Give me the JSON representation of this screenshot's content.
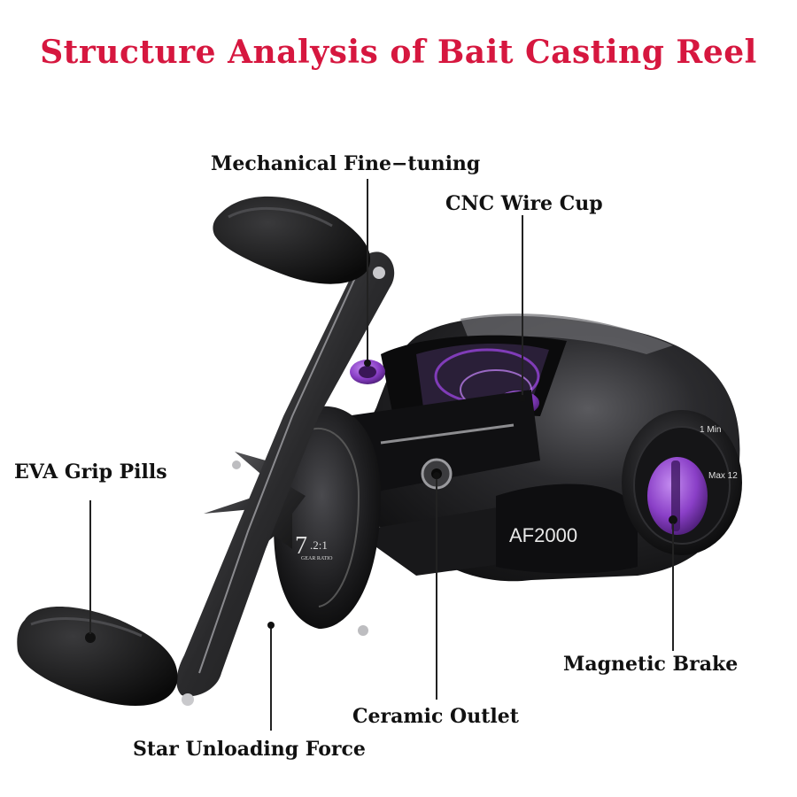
{
  "title": "Structure Analysis of Bait Casting Reel",
  "labels": {
    "mechanical": "Mechanical Fine−tuning",
    "cnc": "CNC Wire Cup",
    "eva": "EVA Grip Pills",
    "magnetic": "Magnetic Brake",
    "ceramic": "Ceramic Outlet",
    "star": "Star Unloading Force"
  },
  "reel": {
    "model": "AF2000",
    "ratio_big": "7",
    "ratio_small": ".2:1",
    "ratio_caption": "GEAR RATIO",
    "dial_max": "Max 12",
    "dial_min": "1 Min"
  },
  "colors": {
    "title": "#d6173f",
    "accent_purple": "#8a3fc7",
    "body_black": "#1a1a1c"
  }
}
